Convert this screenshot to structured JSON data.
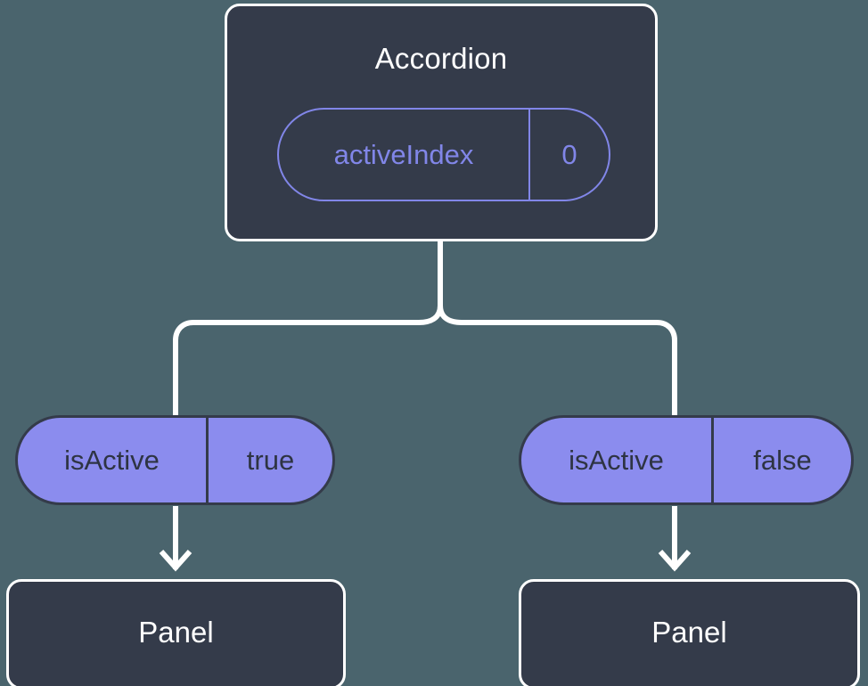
{
  "theme": {
    "background": "#4a646d",
    "node_fill": "#343b4a",
    "node_border": "#ffffff",
    "pill_fill": "#8b8cee",
    "pill_outline": "#8186e8",
    "pill_text_dark": "#2e3443",
    "title_text": "#ffffff",
    "wire": "#ffffff"
  },
  "diagram": {
    "type": "component-tree",
    "root": {
      "name": "root-node",
      "title": "Accordion",
      "state": {
        "key": "activeIndex",
        "value": "0"
      }
    },
    "branches": [
      {
        "name": "branch-left",
        "prop": {
          "key": "isActive",
          "value": "true"
        },
        "child": {
          "title": "Panel"
        }
      },
      {
        "name": "branch-right",
        "prop": {
          "key": "isActive",
          "value": "false"
        },
        "child": {
          "title": "Panel"
        }
      }
    ]
  }
}
